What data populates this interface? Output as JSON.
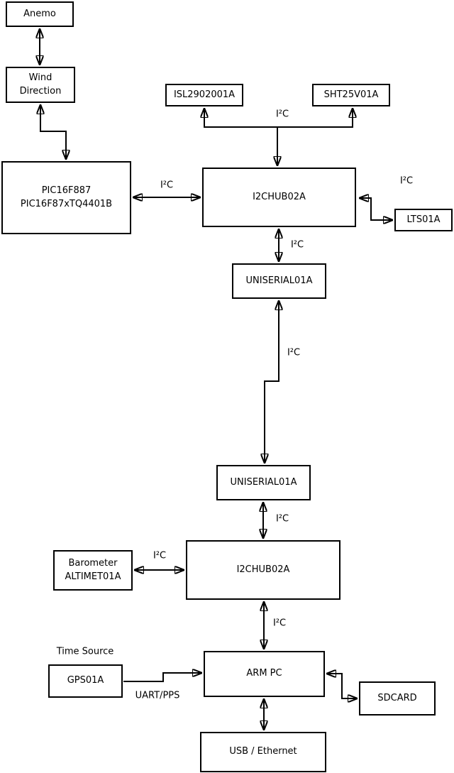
{
  "diagram": {
    "type": "block-diagram",
    "boxes": {
      "anemo": {
        "lines": [
          "Anemo"
        ]
      },
      "wind": {
        "lines": [
          "Wind",
          "Direction"
        ]
      },
      "pic": {
        "lines": [
          "PIC16F887",
          "PIC16F87xTQ4401B"
        ]
      },
      "isl": {
        "lines": [
          "ISL2902001A"
        ]
      },
      "sht": {
        "lines": [
          "SHT25V01A"
        ]
      },
      "hub1": {
        "lines": [
          "I2CHUB02A"
        ]
      },
      "lts": {
        "lines": [
          "LTS01A"
        ]
      },
      "uniserial1": {
        "lines": [
          "UNISERIAL01A"
        ]
      },
      "uniserial2": {
        "lines": [
          "UNISERIAL01A"
        ]
      },
      "hub2": {
        "lines": [
          "I2CHUB02A"
        ]
      },
      "barometer": {
        "lines": [
          "Barometer",
          "ALTIMET01A"
        ]
      },
      "armpc": {
        "lines": [
          "ARM PC"
        ]
      },
      "gps": {
        "lines": [
          "GPS01A"
        ]
      },
      "sdcard": {
        "lines": [
          "SDCARD"
        ]
      },
      "usb": {
        "lines": [
          "USB / Ethernet"
        ]
      }
    },
    "edge_labels": {
      "i2c_pic_hub1": "I²C",
      "i2c_hub1_sensors": "I²C",
      "i2c_hub1_lts": "I²C",
      "i2c_hub1_uniserial1": "I²C",
      "i2c_uniserial_link": "I²C",
      "i2c_uniserial2_hub2": "I²C",
      "i2c_barometer_hub2": "I²C",
      "i2c_hub2_armpc": "I²C",
      "time_source": "Time Source",
      "uart_pps": "UART/PPS"
    },
    "colors": {
      "line": "#000000",
      "box_fill": "#ffffff",
      "background": "#ffffff",
      "text": "#000000"
    }
  }
}
